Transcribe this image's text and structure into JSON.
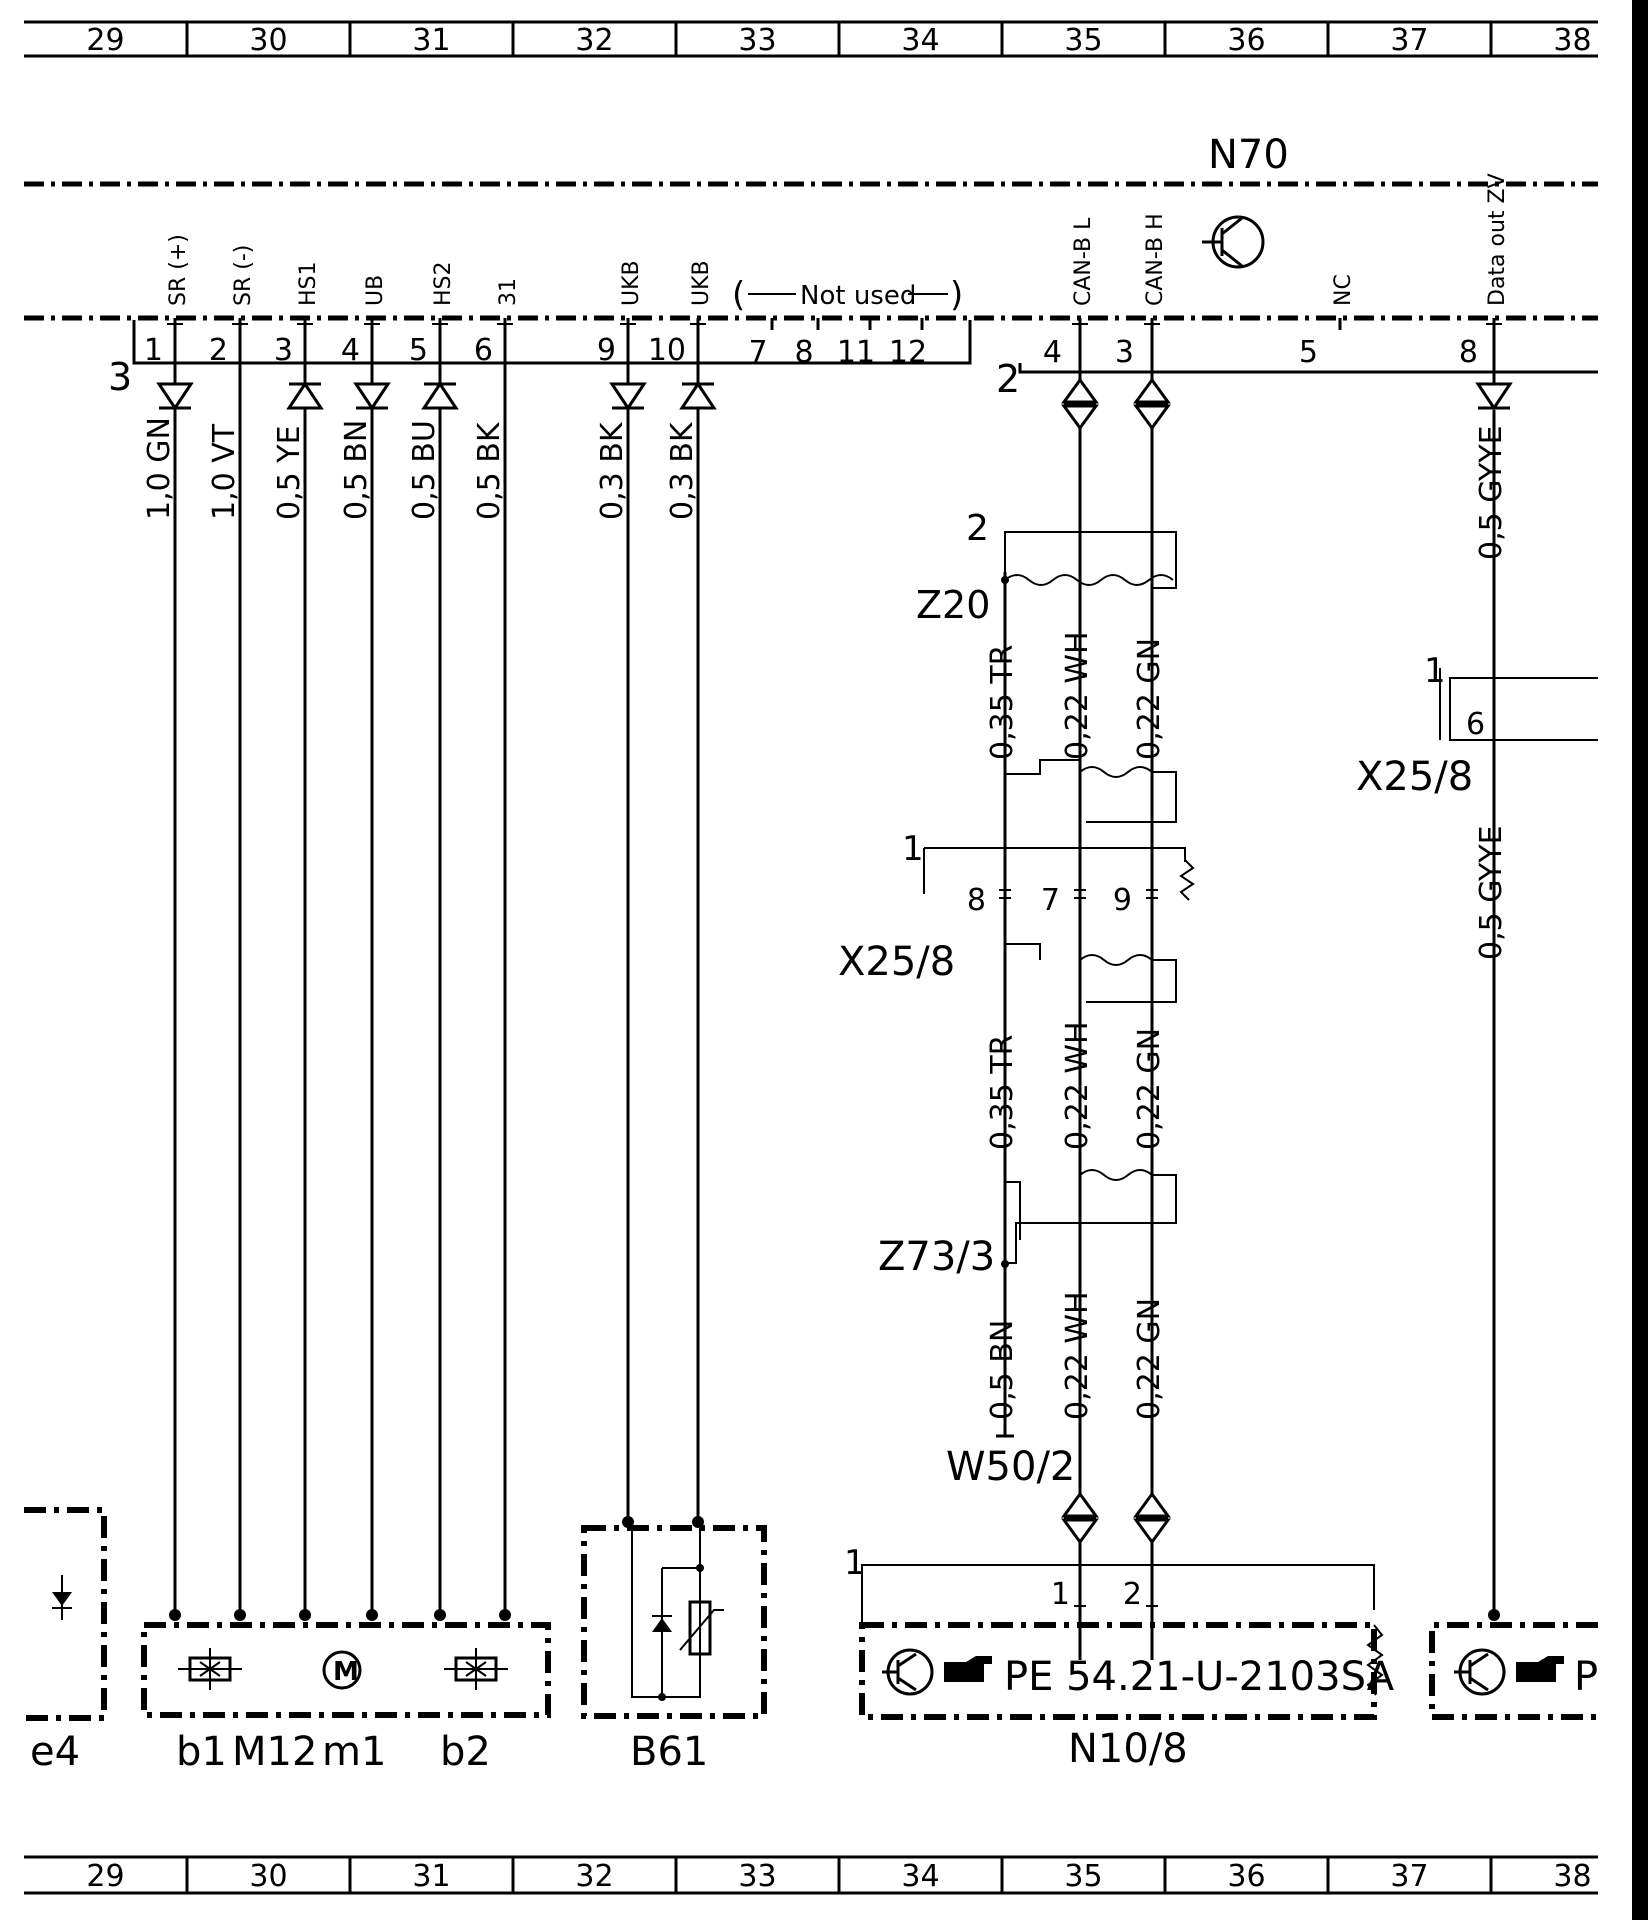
{
  "grid_numbers": [
    "29",
    "30",
    "31",
    "32",
    "33",
    "34",
    "35",
    "36",
    "37",
    "38"
  ],
  "modules": {
    "n70": "N70",
    "conn_left": "3",
    "conn_right": "2",
    "not_used": "Not used"
  },
  "left_pins": [
    {
      "pin": "1",
      "signal": "SR (+)",
      "wire": "1,0 GN"
    },
    {
      "pin": "2",
      "signal": "SR (-)",
      "wire": "1,0 VT"
    },
    {
      "pin": "3",
      "signal": "HS1",
      "wire": "0,5 YE"
    },
    {
      "pin": "4",
      "signal": "UB",
      "wire": "0,5 BN"
    },
    {
      "pin": "5",
      "signal": "HS2",
      "wire": "0,5 BU"
    },
    {
      "pin": "6",
      "signal": "31",
      "wire": "0,5 BK"
    },
    {
      "pin": "9",
      "signal": "UKB",
      "wire": "0,3 BK"
    },
    {
      "pin": "10",
      "signal": "UKB",
      "wire": "0,3 BK"
    }
  ],
  "unused_pins": [
    "7",
    "8",
    "11",
    "12"
  ],
  "right_pins": [
    {
      "pin": "4",
      "signal": "CAN-B L"
    },
    {
      "pin": "3",
      "signal": "CAN-B H"
    },
    {
      "pin": "5",
      "signal": "NC"
    },
    {
      "pin": "8",
      "signal": "Data out ZV"
    }
  ],
  "can_wires": {
    "tr": "0,35 TR",
    "wh": "0,22 WH",
    "gn": "0,22 GN",
    "bn": "0,5 BN",
    "gyye": "0,5 GYYE"
  },
  "labels": {
    "z20": "Z20",
    "z20_num": "2",
    "x25_right": "X25/8",
    "x25_right_one": "1",
    "x25_right_pin": "6",
    "x25_mid": "X25/8",
    "x25_mid_one": "1",
    "x25_mid_pins": [
      "8",
      "7",
      "9"
    ],
    "z73": "Z73/3",
    "w50": "W50/2",
    "n10_one": "1",
    "n10_pins": [
      "1",
      "2"
    ],
    "pe_ref": "PE  54.21-U-2103SA",
    "pe_ref2": "P",
    "n10": "N10/8"
  },
  "components": [
    "e4",
    "b1",
    "M12",
    "m1",
    "b2",
    "B61"
  ]
}
